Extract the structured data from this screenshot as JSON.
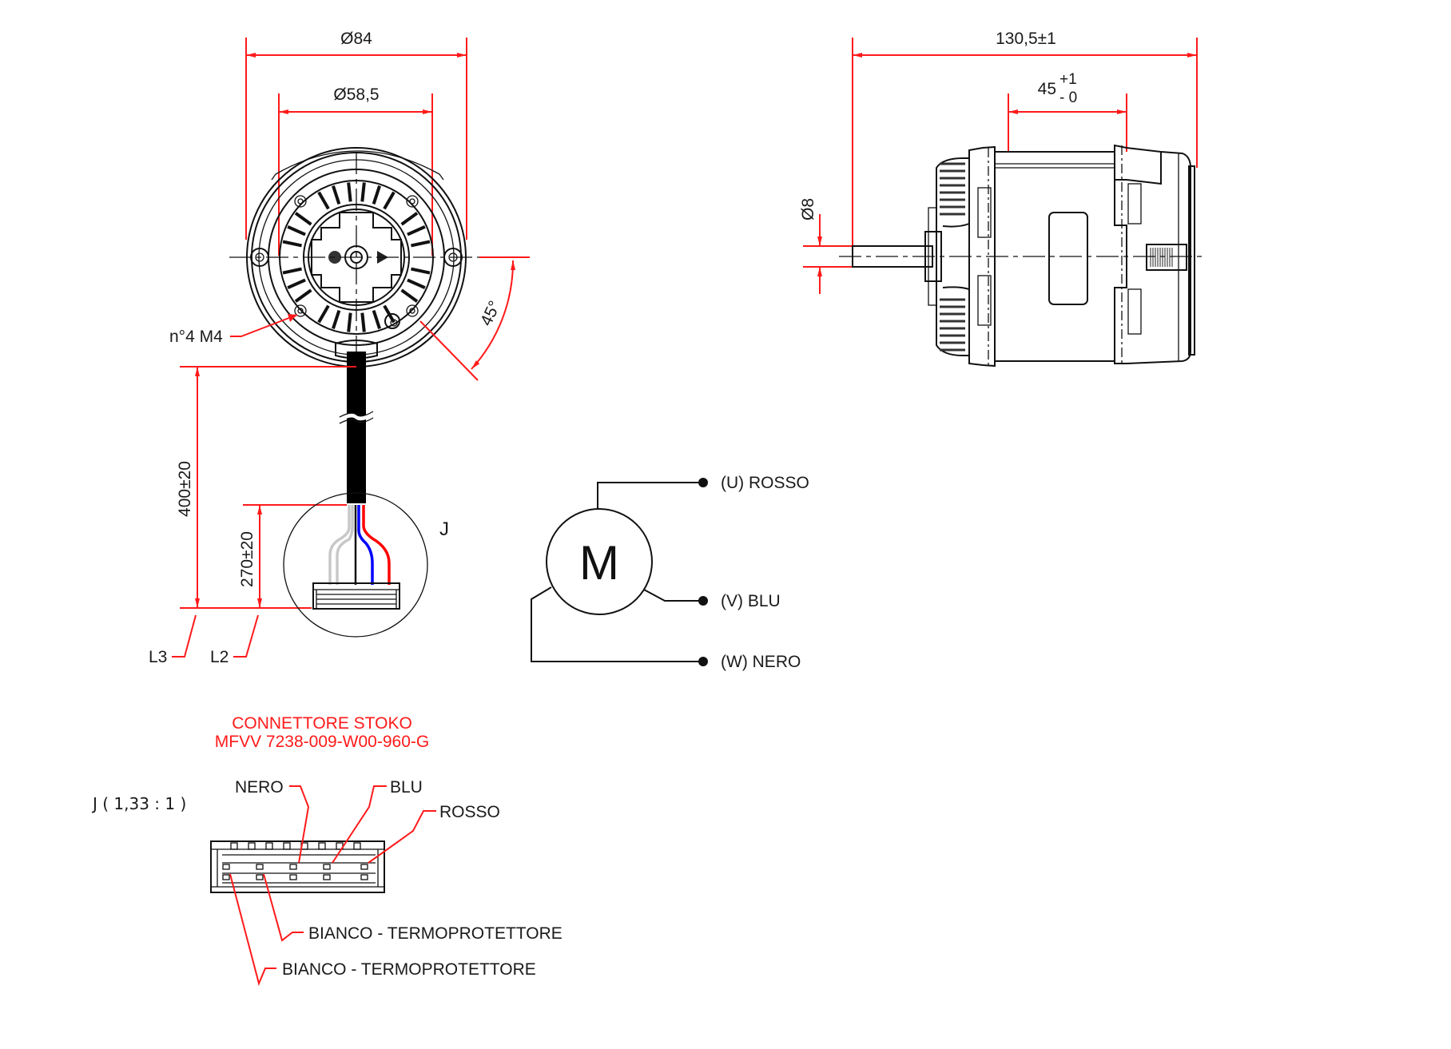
{
  "front_view": {
    "dim_outer": "Ø84",
    "dim_inner": "Ø58,5",
    "angle": "45°",
    "screw_callout": "n°4 M4",
    "cable_length": "400±20",
    "lead_length": "270±20",
    "label_l3": "L3",
    "label_l2": "L2",
    "detail_label": "J",
    "wire_colors": {
      "white": "#c8c8c8",
      "black": "#111111",
      "blue": "#0000ff",
      "red": "#ff0000"
    }
  },
  "side_view": {
    "dim_overall": "130,5±1",
    "dim_body": "45",
    "tol_plus": "+1",
    "tol_minus": "- 0",
    "dim_shaft": "Ø8"
  },
  "schematic": {
    "motor_symbol": "M",
    "terminals": [
      {
        "label": "(U) ROSSO"
      },
      {
        "label": "(V) BLU"
      },
      {
        "label": "(W) NERO"
      }
    ]
  },
  "connector": {
    "title_line1": "CONNETTORE STOKO",
    "title_line2": "MFVV 7238-009-W00-960-G",
    "scale_label": "J ( 1,33 : 1 )",
    "pins": {
      "nero": "NERO",
      "blu": "BLU",
      "rosso": "ROSSO",
      "bianco1": "BIANCO - TERMOPROTETTORE",
      "bianco2": "BIANCO - TERMOPROTETTORE"
    }
  },
  "colors": {
    "dimension": "#ff1a1a",
    "ink": "#111111"
  }
}
